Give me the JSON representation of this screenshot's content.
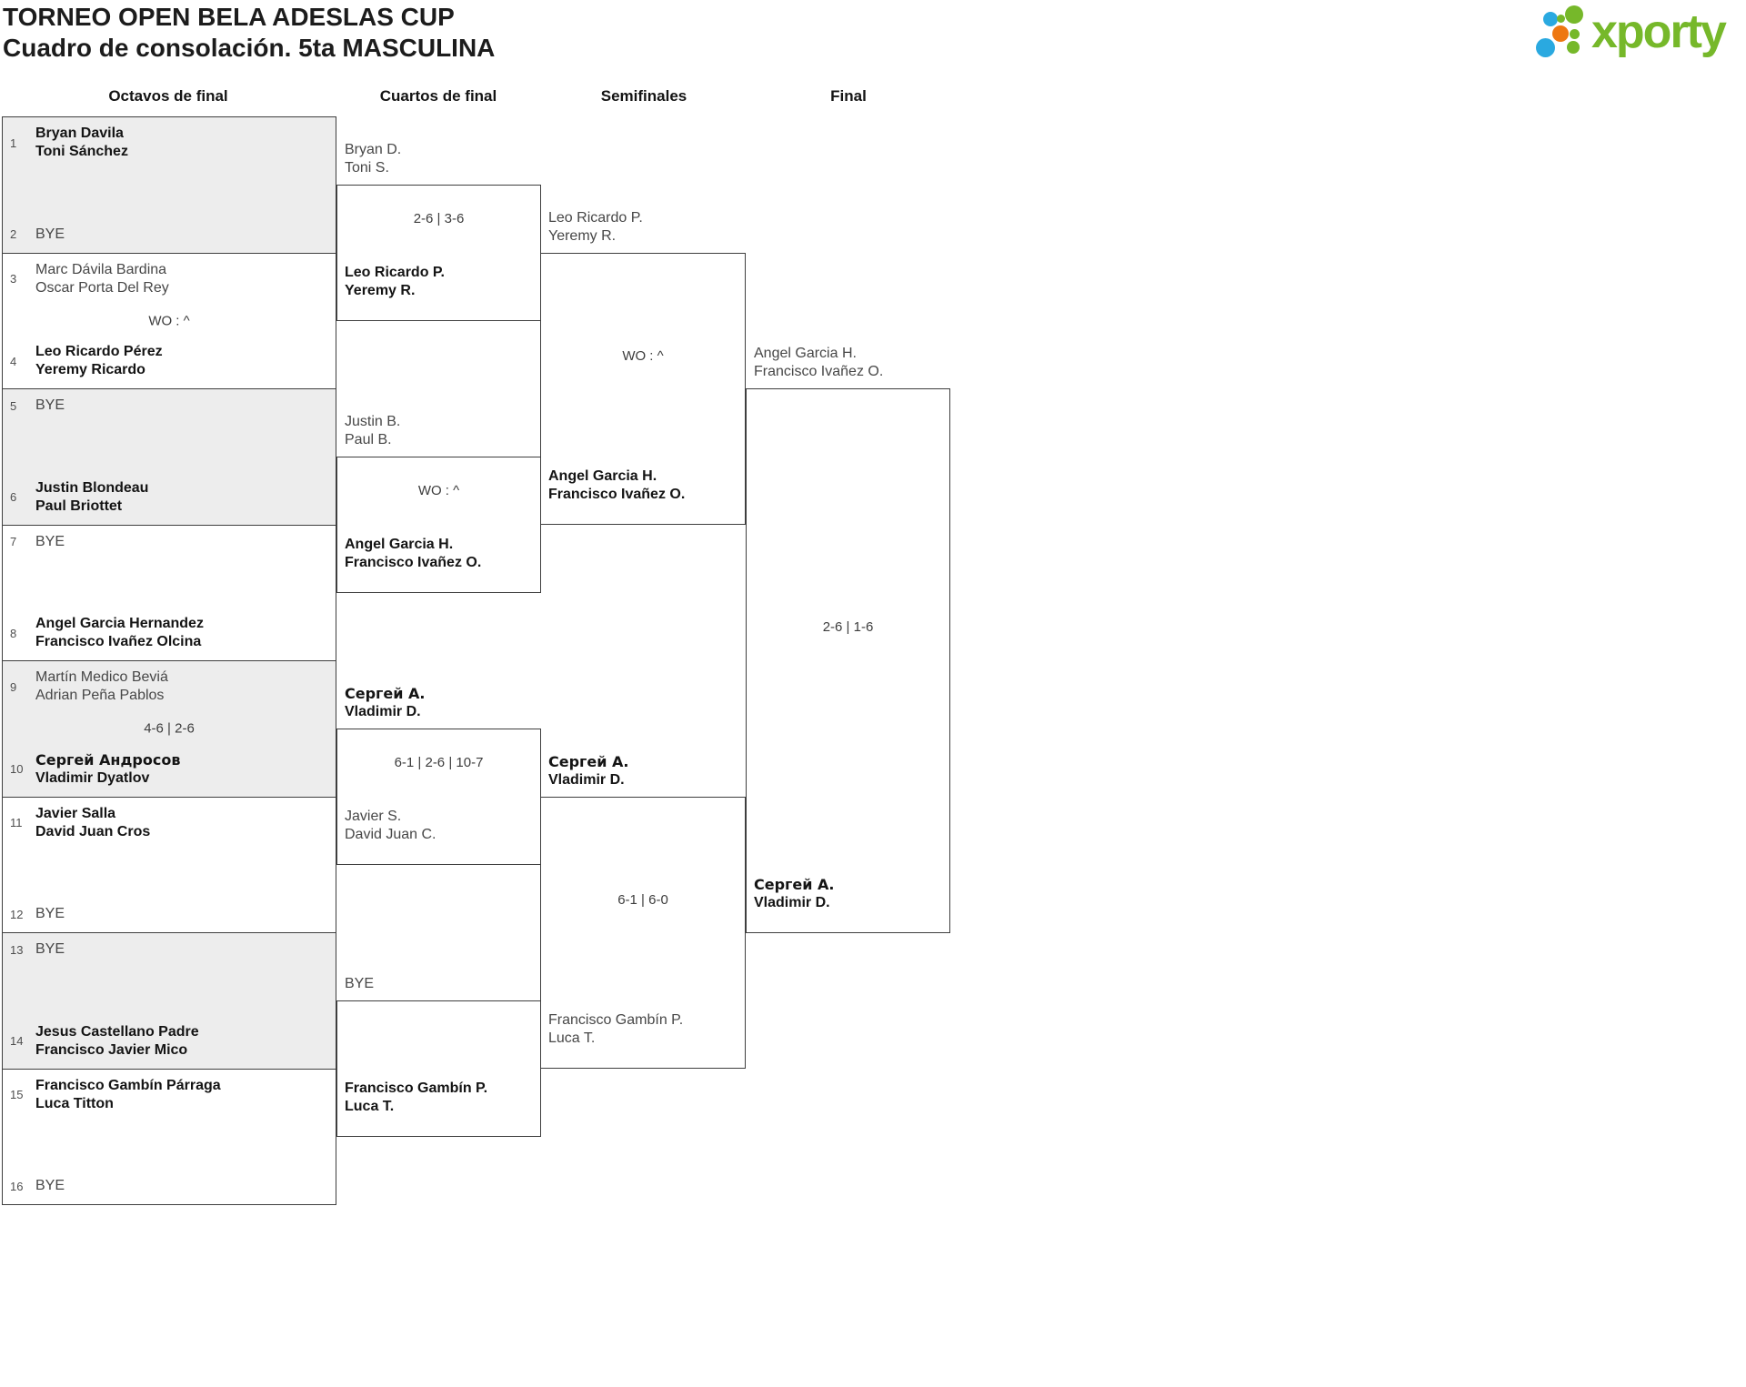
{
  "header": {
    "title1": "TORNEO OPEN BELA ADESLAS CUP",
    "title2": "Cuadro de consolación. 5ta MASCULINA"
  },
  "logo": {
    "text": "xporty",
    "green": "#76b82a",
    "blue": "#2aa9e0",
    "orange": "#ee7711"
  },
  "columns": {
    "r16": "Octavos de final",
    "qf": "Cuartos de final",
    "sf": "Semifinales",
    "final": "Final"
  },
  "r16": [
    {
      "top": {
        "seed": "1",
        "name1": "Bryan Davila",
        "name2": "Toni Sánchez",
        "winner": true
      },
      "bottom": {
        "seed": "2",
        "name1": "BYE"
      },
      "score": ""
    },
    {
      "top": {
        "seed": "3",
        "name1": "Marc Dávila Bardina",
        "name2": "Oscar Porta Del Rey"
      },
      "bottom": {
        "seed": "4",
        "name1": "Leo Ricardo Pérez",
        "name2": "Yeremy Ricardo",
        "winner": true
      },
      "score": "WO : ^"
    },
    {
      "top": {
        "seed": "5",
        "name1": "BYE"
      },
      "bottom": {
        "seed": "6",
        "name1": "Justin Blondeau",
        "name2": "Paul Briottet",
        "winner": true
      },
      "score": ""
    },
    {
      "top": {
        "seed": "7",
        "name1": "BYE"
      },
      "bottom": {
        "seed": "8",
        "name1": "Angel Garcia Hernandez",
        "name2": "Francisco Ivañez Olcina",
        "winner": true
      },
      "score": ""
    },
    {
      "top": {
        "seed": "9",
        "name1": "Martín Medico Beviá",
        "name2": "Adrian Peña Pablos"
      },
      "bottom": {
        "seed": "10",
        "name1": "Сергей Андросов",
        "name2": "Vladimir Dyatlov",
        "winner": true
      },
      "score": "4-6 | 2-6"
    },
    {
      "top": {
        "seed": "11",
        "name1": "Javier Salla",
        "name2": "David Juan Cros",
        "winner": true
      },
      "bottom": {
        "seed": "12",
        "name1": "BYE"
      },
      "score": ""
    },
    {
      "top": {
        "seed": "13",
        "name1": "BYE"
      },
      "bottom": {
        "seed": "14",
        "name1": "Jesus Castellano Padre",
        "name2": "Francisco Javier Mico",
        "winner": true
      },
      "score": ""
    },
    {
      "top": {
        "seed": "15",
        "name1": "Francisco Gambín Párraga",
        "name2": "Luca Titton",
        "winner": true
      },
      "bottom": {
        "seed": "16",
        "name1": "BYE"
      },
      "score": ""
    }
  ],
  "quarterfinals": [
    {
      "top": {
        "name1": "Bryan D.",
        "name2": "Toni S."
      },
      "bottom": {
        "name1": "Leo Ricardo P.",
        "name2": "Yeremy R.",
        "winner": true
      },
      "score": "2-6 | 3-6"
    },
    {
      "top": {
        "name1": "Justin B.",
        "name2": "Paul B."
      },
      "bottom": {
        "name1": "Angel Garcia H.",
        "name2": "Francisco Ivañez O.",
        "winner": true
      },
      "score": "WO : ^"
    },
    {
      "top": {
        "name1": "Сергей А.",
        "name2": "Vladimir D.",
        "winner": true
      },
      "bottom": {
        "name1": "Javier S.",
        "name2": "David Juan C."
      },
      "score": "6-1 | 2-6 | 10-7"
    },
    {
      "top": {
        "name1": "BYE"
      },
      "bottom": {
        "name1": "Francisco Gambín P.",
        "name2": "Luca T.",
        "winner": true
      },
      "score": ""
    }
  ],
  "semifinals": [
    {
      "top": {
        "name1": "Leo Ricardo P.",
        "name2": "Yeremy R."
      },
      "bottom": {
        "name1": "Angel Garcia H.",
        "name2": "Francisco Ivañez O.",
        "winner": true
      },
      "score": "WO : ^"
    },
    {
      "top": {
        "name1": "Сергей А.",
        "name2": "Vladimir D.",
        "winner": true
      },
      "bottom": {
        "name1": "Francisco Gambín P.",
        "name2": "Luca T."
      },
      "score": "6-1 | 6-0"
    }
  ],
  "final": {
    "top": {
      "name1": "Angel Garcia H.",
      "name2": "Francisco Ivañez O."
    },
    "bottom": {
      "name1": "Сергей А.",
      "name2": "Vladimir D.",
      "winner": true
    },
    "score": "2-6 | 1-6"
  }
}
